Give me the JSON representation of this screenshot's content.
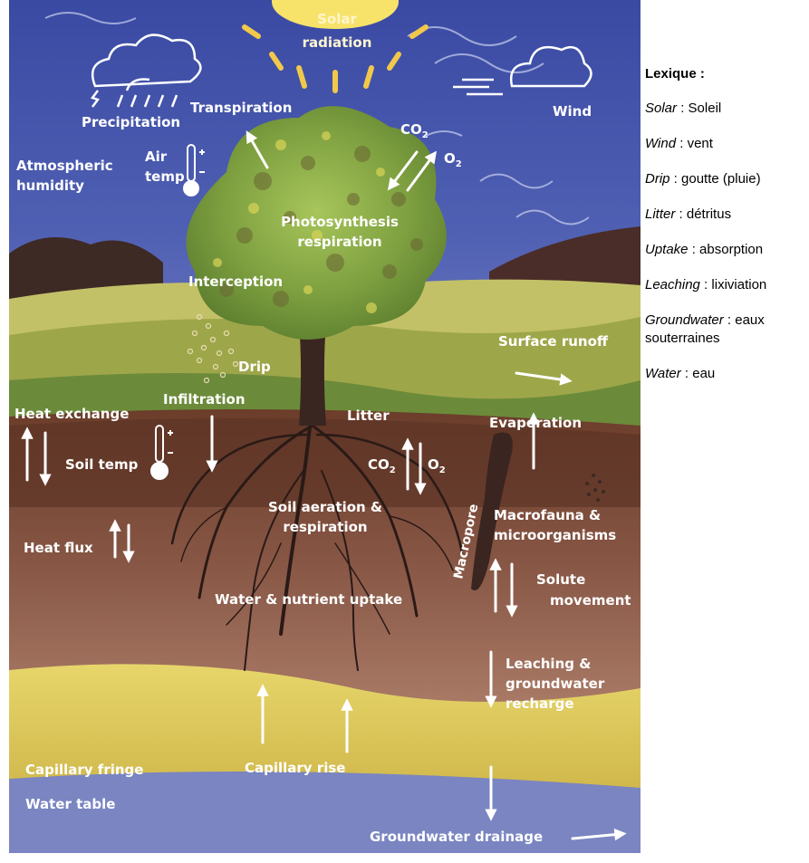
{
  "diagram": {
    "labels": {
      "solar": "Solar",
      "radiation": "radiation",
      "precipitation": "Precipitation",
      "transpiration": "Transpiration",
      "wind": "Wind",
      "co2_top": "CO",
      "co2_top_sub": "2",
      "o2_top": "O",
      "o2_top_sub": "2",
      "air": "Air",
      "temp": "temp",
      "atmospheric": "Atmospheric",
      "humidity": "humidity",
      "photosynthesis": "Photosynthesis",
      "respiration": "respiration",
      "interception": "Interception",
      "surface_runoff": "Surface runoff",
      "drip": "Drip",
      "infiltration": "Infiltration",
      "heat_exchange": "Heat exchange",
      "litter": "Litter",
      "evaporation": "Evaporation",
      "soil_temp": "Soil temp",
      "co2_soil": "CO",
      "co2_soil_sub": "2",
      "o2_soil": "O",
      "o2_soil_sub": "2",
      "macropore": "Macropore",
      "macrofauna": "Macrofauna &",
      "microorganisms": "microorganisms",
      "soil_aeration": "Soil aeration &",
      "soil_respiration": "respiration",
      "heat_flux": "Heat flux",
      "solute": "Solute",
      "movement": "movement",
      "water_nutrient_uptake": "Water & nutrient uptake",
      "leaching": "Leaching &",
      "groundwater": "groundwater",
      "recharge": "recharge",
      "capillary_fringe": "Capillary fringe",
      "capillary_rise": "Capillary rise",
      "water_table": "Water table",
      "groundwater_drainage": "Groundwater drainage"
    }
  },
  "lexique": {
    "title": "Lexique :",
    "entries": [
      {
        "term": "Solar",
        "sep": " : ",
        "def": "Soleil"
      },
      {
        "term": "Wind",
        "sep": " : ",
        "def": "vent"
      },
      {
        "term": "Drip",
        "sep": " : ",
        "def": "goutte (pluie)"
      },
      {
        "term": "Litter",
        "sep": " : ",
        "def": "détritus"
      },
      {
        "term": "Uptake",
        "sep": " : ",
        "def": "absorption"
      },
      {
        "term": "Leaching",
        "sep": " : ",
        "def": "lixiviation"
      },
      {
        "term": "Groundwater",
        "sep": " : ",
        "def": "eaux souterraines"
      },
      {
        "term": "Water",
        "sep": " : ",
        "def": "eau"
      }
    ]
  }
}
